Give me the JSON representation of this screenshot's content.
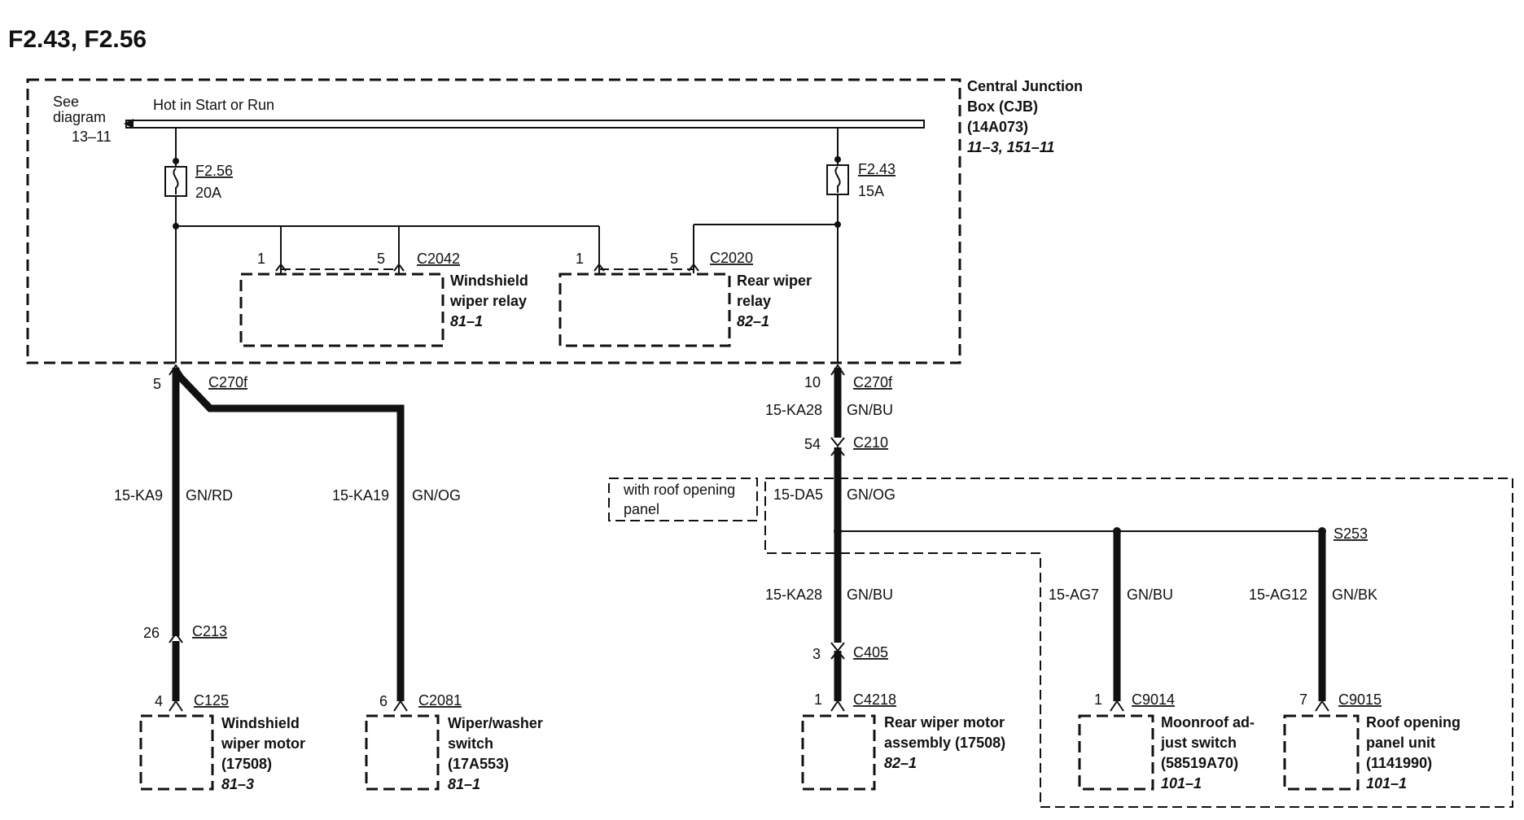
{
  "title": "F2.43, F2.56",
  "see_diagram": {
    "line1": "See",
    "line2": "diagram",
    "line3": "13–11"
  },
  "bus_label": "Hot in Start or Run",
  "cjb": {
    "line1": "Central Junction",
    "line2": "Box (CJB)",
    "line3": "(14A073)",
    "ref": "11–3, 151–11"
  },
  "fuses": [
    {
      "name": "F2.56",
      "rating": "20A"
    },
    {
      "name": "F2.43",
      "rating": "15A"
    }
  ],
  "relays": [
    {
      "pin_a": "1",
      "pin_b": "5",
      "connector": "C2042",
      "line1": "Windshield",
      "line2": "wiper relay",
      "ref": "81–1"
    },
    {
      "pin_a": "1",
      "pin_b": "5",
      "connector": "C2020",
      "line1": "Rear wiper",
      "line2": "relay",
      "ref": "82–1"
    }
  ],
  "left_branch": {
    "pin_top": "5",
    "conn_top": "C270f",
    "wire1_circuit": "15-KA9",
    "wire1_color": "GN/RD",
    "wire2_circuit": "15-KA19",
    "wire2_color": "GN/OG",
    "pin_c213": "26",
    "conn_c213": "C213",
    "pin_c125": "4",
    "conn_c125": "C125",
    "pin_c2081": "6",
    "conn_c2081": "C2081"
  },
  "components_left": [
    {
      "line1": "Windshield",
      "line2": "wiper motor",
      "line3": "(17508)",
      "ref": "81–3"
    },
    {
      "line1": "Wiper/washer",
      "line2": "switch",
      "line3": "(17A553)",
      "ref": "81–1"
    }
  ],
  "right_branch": {
    "pin_top": "10",
    "conn_top": "C270f",
    "wire1_circuit": "15-KA28",
    "wire1_color": "GN/BU",
    "pin_c210": "54",
    "conn_c210": "C210",
    "option_line1": "with roof opening",
    "option_line2": "panel",
    "wire2_circuit": "15-DA5",
    "wire2_color": "GN/OG",
    "wire3_circuit": "15-KA28",
    "wire3_color": "GN/BU",
    "pin_c405": "3",
    "conn_c405": "C405",
    "pin_c4218": "1",
    "conn_c4218": "C4218",
    "splice": "S253",
    "wire4_circuit": "15-AG7",
    "wire4_color": "GN/BU",
    "wire5_circuit": "15-AG12",
    "wire5_color": "GN/BK",
    "pin_c9014": "1",
    "conn_c9014": "C9014",
    "pin_c9015": "7",
    "conn_c9015": "C9015"
  },
  "components_right": [
    {
      "line1": "Rear wiper motor",
      "line2": "assembly (17508)",
      "ref": "82–1"
    },
    {
      "line1": "Moonroof ad-",
      "line2": "just switch",
      "line3": "(58519A70)",
      "ref": "101–1"
    },
    {
      "line1": "Roof opening",
      "line2": "panel unit",
      "line3": "(1141990)",
      "ref": "101–1"
    }
  ]
}
